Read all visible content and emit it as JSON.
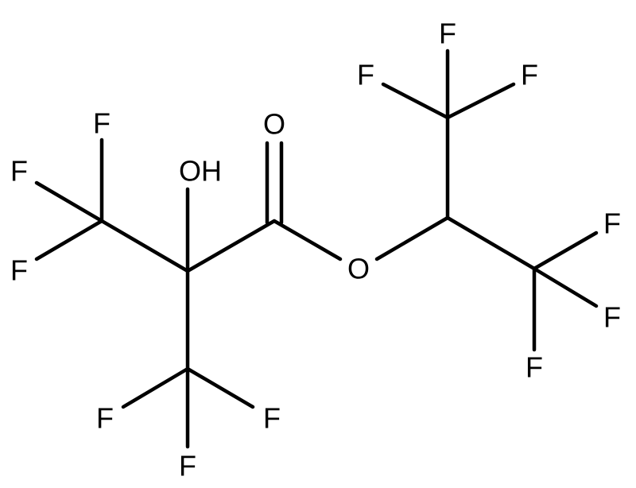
{
  "molecule": {
    "atoms": {
      "F_top": "F",
      "F_top_left": "F",
      "F_top_right": "F",
      "F_right_top": "F",
      "F_right_mid": "F",
      "F_right_bottom": "F",
      "F_left_top": "F",
      "F_left_mid": "F",
      "F_left_bottom": "F",
      "F_bottom_left": "F",
      "F_bottom_right": "F",
      "F_bottom": "F",
      "hydroxyl": "OH",
      "carbonyl_oxygen": "O",
      "ester_oxygen": "O"
    },
    "colors": {
      "bond": "#000000",
      "label": "#000000",
      "background": "#ffffff"
    }
  }
}
